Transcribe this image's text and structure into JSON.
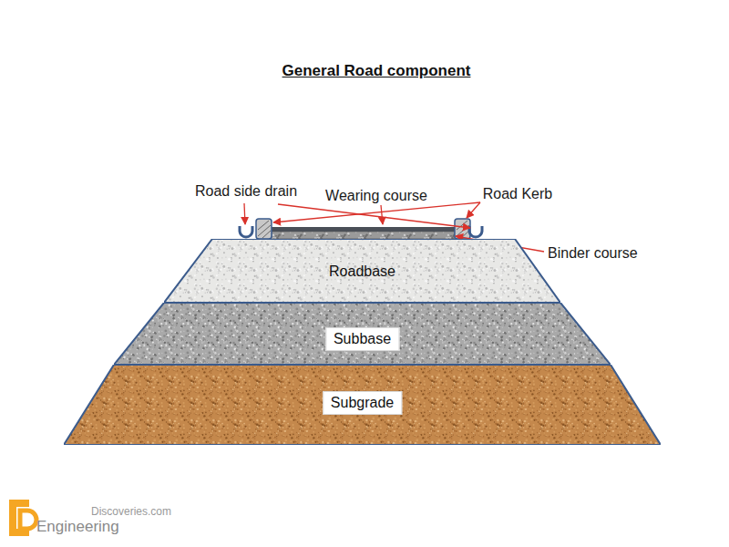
{
  "diagram": {
    "title": "General Road component",
    "nodes": [
      {
        "text": [
          "Roadbase"
        ]
      },
      {
        "text": [
          "Subbase"
        ]
      },
      {
        "text": [
          "Subgrade"
        ]
      }
    ],
    "labels": [
      "Road side drain",
      "Wearing course",
      "Road Kerb",
      "Binder course",
      "Discoveries.com",
      "Engineering"
    ]
  }
}
